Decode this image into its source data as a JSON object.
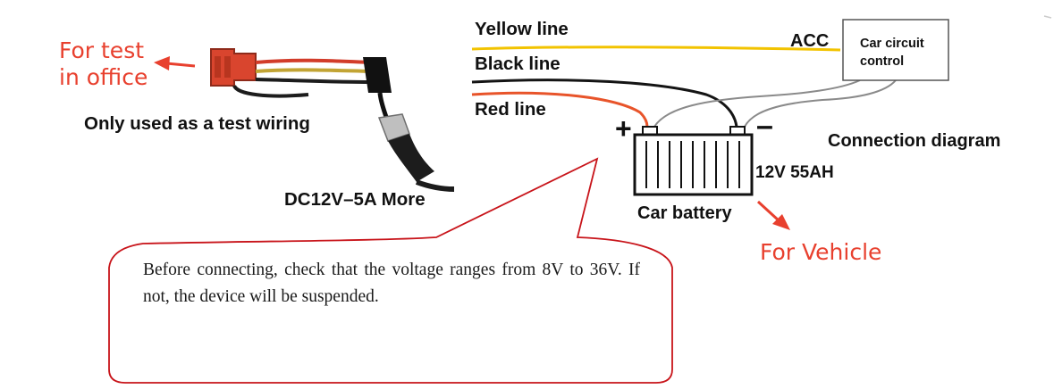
{
  "left_panel": {
    "test_note_line1": "For test",
    "test_note_line2": "in office",
    "test_wiring_label": "Only used as a test wiring",
    "power_spec": "DC12V–5A More"
  },
  "wires": {
    "yellow_label": "Yellow line",
    "black_label": "Black line",
    "red_label": "Red line"
  },
  "control_box": {
    "acc_label": "ACC",
    "line1": "Car circuit",
    "line2": "control"
  },
  "battery": {
    "positive": "+",
    "negative": "–",
    "spec": "12V 55AH",
    "label": "Car battery"
  },
  "diagram_title": "Connection diagram",
  "vehicle_note": "For Vehicle",
  "callout": {
    "text": "Before connecting, check that the voltage ranges from 8V to 36V. If not, the device will be suspended."
  },
  "colors": {
    "accent_red": "#e8402e",
    "yellow_wire": "#f2c300",
    "red_wire": "#e8542a",
    "black_wire": "#141414",
    "gray_wire": "#8a8a8a"
  }
}
